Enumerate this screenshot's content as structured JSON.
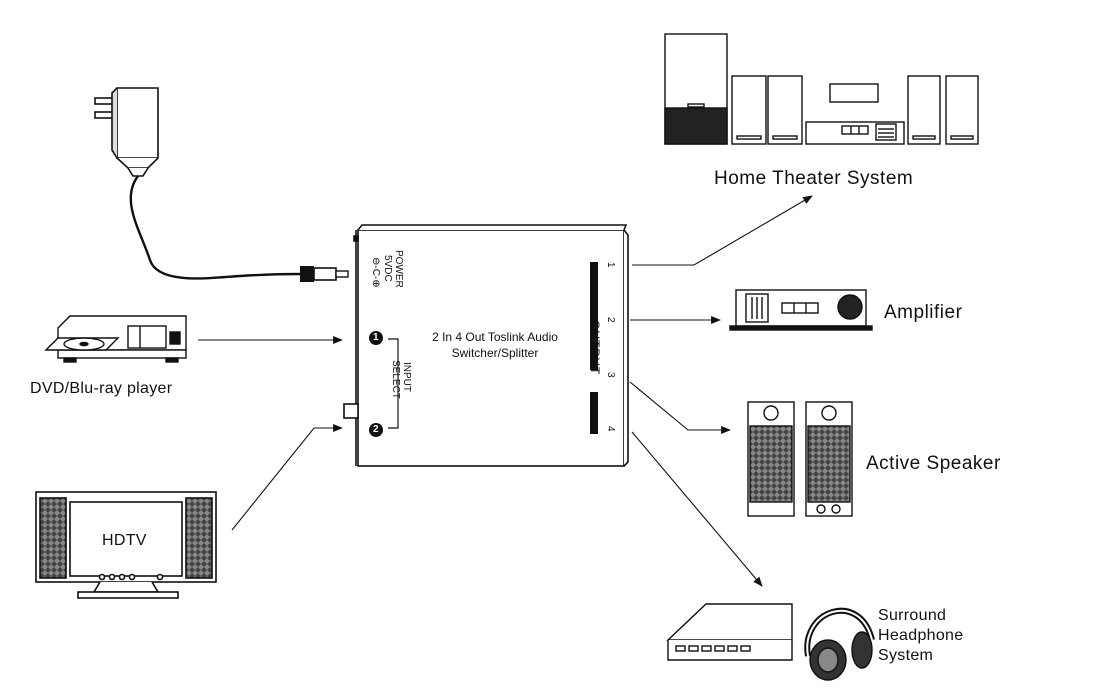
{
  "devices": {
    "home_theater": "Home Theater  System",
    "amplifier": "Amplifier",
    "active_speaker": "Active Speaker",
    "headphone_line1": "Surround",
    "headphone_line2": "Headphone",
    "headphone_line3": "System",
    "dvd_player": "DVD/Blu-ray player",
    "hdtv": "HDTV"
  },
  "switcher": {
    "title_line1": "2 In 4 Out  Toslink Audio",
    "title_line2": "Switcher/Splitter",
    "power_line1": "POWER",
    "power_line2": "5VDC",
    "power_symbol": "⊖-C-⊕",
    "input_line1": "INPUT",
    "input_line2": "SELECT",
    "input_1": "1",
    "input_2": "2",
    "output_label": "OUTPUT",
    "out_1": "1",
    "out_2": "2",
    "out_3": "3",
    "out_4": "4"
  },
  "colors": {
    "ink": "#111111",
    "paper": "#ffffff",
    "shade": "#2a2a2a"
  }
}
